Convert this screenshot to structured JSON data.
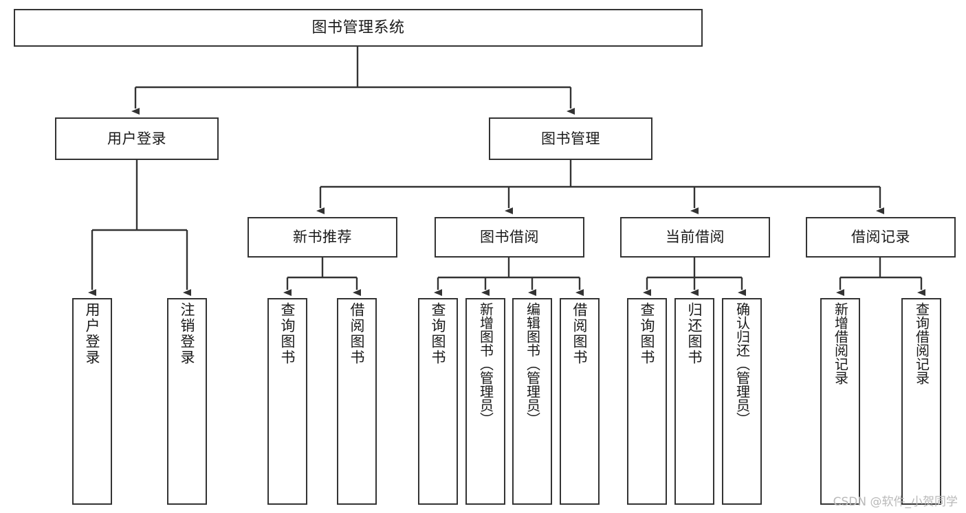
{
  "diagram": {
    "title": "图书管理系统",
    "type": "tree-hierarchy",
    "watermark": "CSDN @软件_小贺同学",
    "line_color": "#333333",
    "box_fill": "#ffffff",
    "box_border": "#333333",
    "background": "#ffffff",
    "watermark_color": "#b9b9b9"
  },
  "nodes": {
    "root": {
      "label": "图书管理系统"
    },
    "level1": [
      {
        "label": "用户登录"
      },
      {
        "label": "图书管理"
      }
    ],
    "level2": [
      {
        "label": "新书推荐"
      },
      {
        "label": "图书借阅"
      },
      {
        "label": "当前借阅"
      },
      {
        "label": "借阅记录"
      }
    ],
    "leaves": {
      "user_login": [
        {
          "label": "用户登录"
        },
        {
          "label": "注销登录"
        }
      ],
      "new_book_recommend": [
        {
          "label": "查询图书"
        },
        {
          "label": "借阅图书"
        }
      ],
      "book_borrow": [
        {
          "label": "查询图书"
        },
        {
          "label": "新增图书（管理员）"
        },
        {
          "label": "编辑图书（管理员）"
        },
        {
          "label": "借阅图书"
        }
      ],
      "current_borrow": [
        {
          "label": "查询图书"
        },
        {
          "label": "归还图书"
        },
        {
          "label": "确认归还（管理员）"
        }
      ],
      "borrow_record": [
        {
          "label": "新增借阅记录"
        },
        {
          "label": "查询借阅记录"
        }
      ]
    }
  }
}
